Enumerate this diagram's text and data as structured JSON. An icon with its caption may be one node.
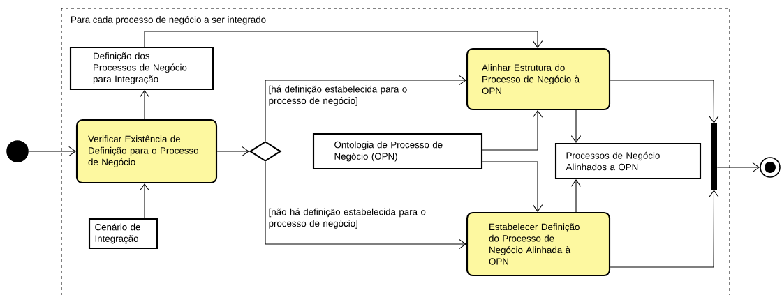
{
  "diagram": {
    "nodes": [
      {
        "text": [
          "Para cada processo de negócio a ser integrado"
        ]
      },
      {
        "text": [],
        "shape": "circle"
      },
      {
        "text": [
          "Definição dos Processos de Negócio para Integração"
        ],
        "in": 0
      },
      {
        "text": [
          "Verificar Existência de Definição para o Processo de Negócio"
        ],
        "in": 0
      },
      {
        "text": [
          "Cenário de Integração"
        ],
        "in": 0
      },
      {
        "text": [],
        "shape": "diamond",
        "in": 0
      },
      {
        "text": [
          "Alinhar Estrutura do Processo de Negócio à OPN"
        ],
        "in": 0
      },
      {
        "text": [
          "Ontologia de Processo de Negócio (OPN)"
        ],
        "in": 0
      },
      {
        "text": [
          "Processos de Negócio Alinhados a OPN"
        ],
        "in": 0
      },
      {
        "text": [
          "Estabelecer Definição do Processo de Negócio Alinhada à OPN"
        ],
        "in": 0
      },
      {
        "text": [],
        "shape": "bar",
        "in": 0
      },
      {
        "text": [],
        "shape": "circle"
      }
    ],
    "edges": [
      {
        "from": 1,
        "to": 3,
        "arrow": "to"
      },
      {
        "from": 3,
        "to": 2,
        "arrow": "to"
      },
      {
        "from": 4,
        "to": 3,
        "arrow": "to"
      },
      {
        "from": 3,
        "to": 5,
        "arrow": "to"
      },
      {
        "from": 2,
        "to": 6,
        "arrow": "to"
      },
      {
        "from": 5,
        "to": 6,
        "arrow": "to",
        "label": "[há definição estabelecida para o processo de negócio]"
      },
      {
        "from": 5,
        "to": 9,
        "arrow": "to",
        "label": "[não há definição estabelecida para o processo de negócio]"
      },
      {
        "from": 7,
        "to": 6,
        "arrow": "to"
      },
      {
        "from": 7,
        "to": 9,
        "arrow": "to"
      },
      {
        "from": 6,
        "to": 8,
        "arrow": "to"
      },
      {
        "from": 9,
        "to": 8,
        "arrow": "to"
      },
      {
        "from": 6,
        "to": 10,
        "arrow": "to"
      },
      {
        "from": 9,
        "to": 10,
        "arrow": "to"
      },
      {
        "from": 10,
        "to": 11,
        "arrow": "to"
      }
    ]
  }
}
